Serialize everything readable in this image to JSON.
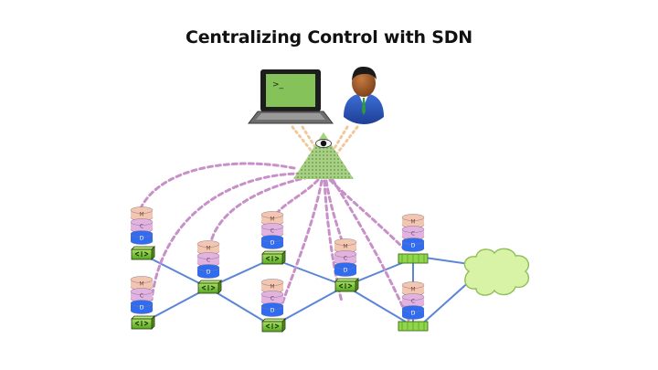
{
  "slide": {
    "title": "Centralizing Control with SDN"
  },
  "terminal": {
    "prompt": ">_"
  },
  "layer_labels": {
    "management": "M",
    "control": "C",
    "data": "D"
  },
  "colors": {
    "link": "#5b86d6",
    "control_channel": "#c890c8",
    "controller_pyramid": "#8cb86a",
    "switch_body": "#7dcc3a",
    "management_layer": "#f2c6b0",
    "control_layer": "#e2b2e0",
    "data_layer": "#2f6cf0",
    "cloud": "#d9f3a6",
    "laptop_screen": "#86c25a"
  }
}
